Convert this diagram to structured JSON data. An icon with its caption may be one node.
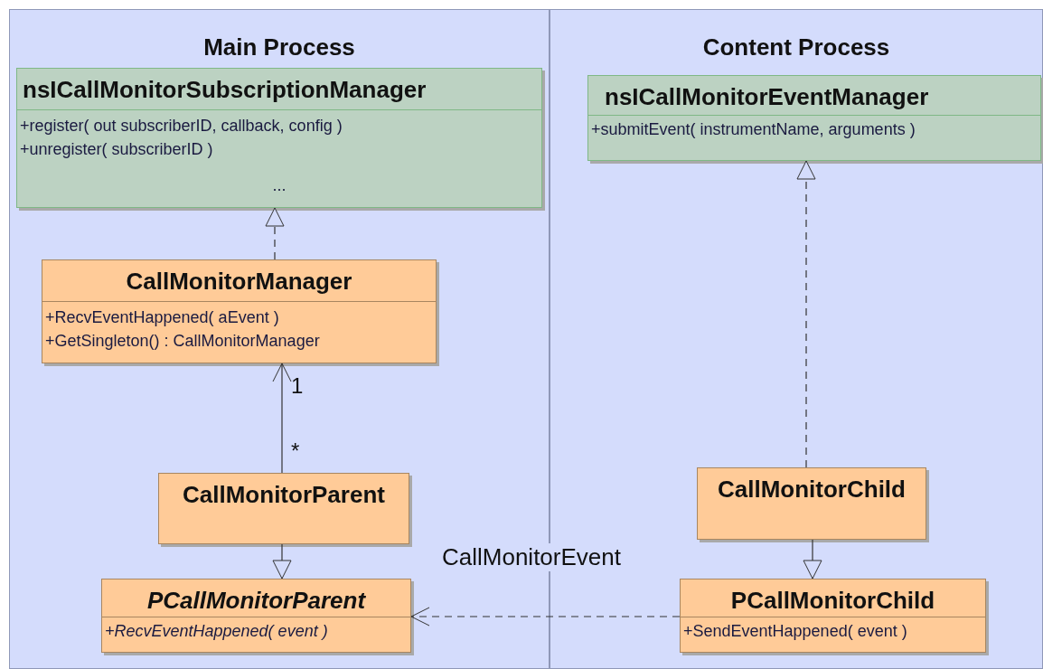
{
  "diagram": {
    "nodes": [
      {
        "text": [
          "Main Process"
        ]
      },
      {
        "text": [
          "Content Process"
        ]
      },
      {
        "text": [
          "nsICallMonitorSubscriptionManager",
          "+register( out subscriberID, callback, config )",
          "+unregister( subscriberID )",
          "..."
        ],
        "in": 0
      },
      {
        "text": [
          "CallMonitorManager",
          "+RecvEventHappened( aEvent )",
          "+GetSingleton() : CallMonitorManager"
        ],
        "in": 0
      },
      {
        "text": [
          "CallMonitorParent"
        ],
        "in": 0
      },
      {
        "text": [
          "PCallMonitorParent",
          "+RecvEventHappened( event )"
        ],
        "in": 0
      },
      {
        "text": [
          "nsICallMonitorEventManager",
          "+submitEvent( instrumentName, arguments )"
        ],
        "in": 1
      },
      {
        "text": [
          "CallMonitorChild"
        ],
        "in": 1
      },
      {
        "text": [
          "PCallMonitorChild",
          "+SendEventHappened( event )"
        ],
        "in": 1
      }
    ],
    "edges": [
      {
        "from": 3,
        "to": 2,
        "arrow": "to",
        "style": "dashed"
      },
      {
        "from": 4,
        "to": 3,
        "arrow": "to"
      },
      {
        "from": 4,
        "to": 5,
        "arrow": "to"
      },
      {
        "from": 7,
        "to": 6,
        "arrow": "to",
        "style": "dashed"
      },
      {
        "from": 7,
        "to": 8,
        "arrow": "to"
      },
      {
        "from": 8,
        "to": 5,
        "arrow": "to",
        "style": "dashed",
        "label": "CallMonitorEvent"
      }
    ],
    "labels": [
      "1",
      "*"
    ]
  }
}
